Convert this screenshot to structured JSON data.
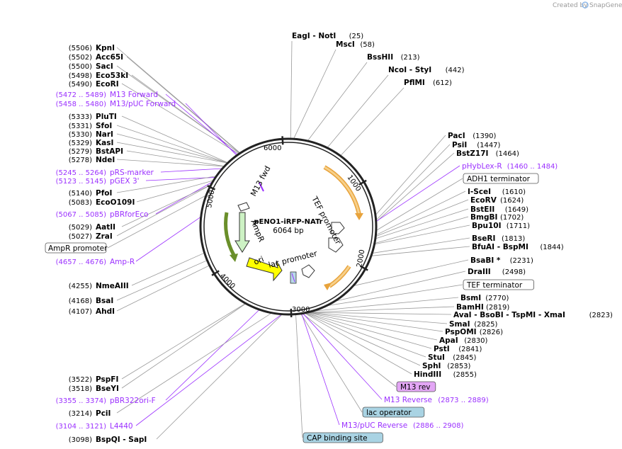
{
  "credit": {
    "text": "Created by",
    "brand": "SnapGene"
  },
  "plasmid": {
    "name": "pENO1-iRFP-NATr",
    "size_label": "6064 bp"
  },
  "ticks": [
    "1000",
    "2000",
    "3000",
    "4000",
    "5000",
    "6000"
  ],
  "features": {
    "m13_fwd": "M13 fwd",
    "tef_promoter": "TEF promoter",
    "ampr": "AmpR",
    "ori": "ori",
    "lac_promoter": "lac promoter"
  },
  "left_labels": [
    {
      "type": "site",
      "pos": "(5506)",
      "name": "KpnI"
    },
    {
      "type": "site",
      "pos": "(5502)",
      "name": "Acc65I"
    },
    {
      "type": "site",
      "pos": "(5500)",
      "name": "SacI"
    },
    {
      "type": "site",
      "pos": "(5498)",
      "name": "Eco53kI"
    },
    {
      "type": "site",
      "pos": "(5490)",
      "name": "EcoRI"
    },
    {
      "type": "primer",
      "pos": "(5472 .. 5489)",
      "name": "M13 Forward"
    },
    {
      "type": "primer",
      "pos": "(5458 .. 5480)",
      "name": "M13/pUC Forward"
    },
    {
      "type": "site",
      "pos": "(5333)",
      "name": "PluTI"
    },
    {
      "type": "site",
      "pos": "(5331)",
      "name": "SfoI"
    },
    {
      "type": "site",
      "pos": "(5330)",
      "name": "NarI"
    },
    {
      "type": "site",
      "pos": "(5329)",
      "name": "KasI"
    },
    {
      "type": "site",
      "pos": "(5279)",
      "name": "BstAPI"
    },
    {
      "type": "site",
      "pos": "(5278)",
      "name": "NdeI"
    },
    {
      "type": "primer",
      "pos": "(5245 .. 5264)",
      "name": "pRS-marker"
    },
    {
      "type": "primer",
      "pos": "(5123 .. 5145)",
      "name": "pGEX 3'"
    },
    {
      "type": "site",
      "pos": "(5140)",
      "name": "PfoI"
    },
    {
      "type": "site",
      "pos": "(5083)",
      "name": "EcoO109I"
    },
    {
      "type": "primer",
      "pos": "(5067 .. 5085)",
      "name": "pBRforEco"
    },
    {
      "type": "site",
      "pos": "(5029)",
      "name": "AatII"
    },
    {
      "type": "site",
      "pos": "(5027)",
      "name": "ZraI"
    },
    {
      "type": "feature",
      "name": "AmpR promoter"
    },
    {
      "type": "primer",
      "pos": "(4657 .. 4676)",
      "name": "Amp-R"
    },
    {
      "type": "site",
      "pos": "(4255)",
      "name": "NmeAIII"
    },
    {
      "type": "site",
      "pos": "(4168)",
      "name": "BsaI"
    },
    {
      "type": "site",
      "pos": "(4107)",
      "name": "AhdI"
    },
    {
      "type": "site",
      "pos": "(3522)",
      "name": "PspFI"
    },
    {
      "type": "site",
      "pos": "(3518)",
      "name": "BseYI"
    },
    {
      "type": "primer",
      "pos": "(3355 .. 3374)",
      "name": "pBR322ori-F"
    },
    {
      "type": "site",
      "pos": "(3214)",
      "name": "PciI"
    },
    {
      "type": "primer",
      "pos": "(3104 .. 3121)",
      "name": "L4440"
    },
    {
      "type": "site",
      "pos": "(3098)",
      "name": "BspQI - SapI"
    }
  ],
  "top_labels": [
    {
      "type": "site",
      "name": "EagI - NotI",
      "pos": "(25)"
    },
    {
      "type": "site",
      "name": "MscI",
      "pos": "(58)"
    },
    {
      "type": "site",
      "name": "BssHII",
      "pos": "(213)"
    },
    {
      "type": "site",
      "name": "NcoI - StyI",
      "pos": "(442)"
    },
    {
      "type": "site",
      "name": "PflMI",
      "pos": "(612)"
    }
  ],
  "right_labels": [
    {
      "type": "site",
      "name": "PacI",
      "pos": "(1390)"
    },
    {
      "type": "site",
      "name": "PsiI",
      "pos": "(1447)"
    },
    {
      "type": "site",
      "name": "BstZ17I",
      "pos": "(1464)"
    },
    {
      "type": "primer",
      "name": "pHybLex-R",
      "pos": "(1460 .. 1484)"
    },
    {
      "type": "feature",
      "name": "ADH1 terminator"
    },
    {
      "type": "site",
      "name": "I-SceI",
      "pos": "(1610)"
    },
    {
      "type": "site",
      "name": "EcoRV",
      "pos": "(1624)"
    },
    {
      "type": "site",
      "name": "BstEII",
      "pos": "(1649)"
    },
    {
      "type": "site",
      "name": "BmgBI",
      "pos": "(1702)"
    },
    {
      "type": "site",
      "name": "Bpu10I",
      "pos": "(1711)"
    },
    {
      "type": "site",
      "name": "BseRI",
      "pos": "(1813)"
    },
    {
      "type": "site",
      "name": "BfuAI - BspMI",
      "pos": "(1844)"
    },
    {
      "type": "site",
      "name": "BsaBI *",
      "pos": "(2231)"
    },
    {
      "type": "site",
      "name": "DraIII",
      "pos": "(2498)"
    },
    {
      "type": "feature",
      "name": "TEF terminator"
    },
    {
      "type": "site",
      "name": "BsmI",
      "pos": "(2770)"
    },
    {
      "type": "site",
      "name": "BamHI",
      "pos": "(2819)"
    },
    {
      "type": "site",
      "name": "AvaI - BsoBI - TspMI - XmaI",
      "pos": "(2823)"
    },
    {
      "type": "site",
      "name": "SmaI",
      "pos": "(2825)"
    },
    {
      "type": "site",
      "name": "PspOMI",
      "pos": "(2826)"
    },
    {
      "type": "site",
      "name": "ApaI",
      "pos": "(2830)"
    },
    {
      "type": "site",
      "name": "PstI",
      "pos": "(2841)"
    },
    {
      "type": "site",
      "name": "StuI",
      "pos": "(2845)"
    },
    {
      "type": "site",
      "name": "SphI",
      "pos": "(2853)"
    },
    {
      "type": "site",
      "name": "HindIII",
      "pos": "(2855)"
    },
    {
      "type": "feature_purple",
      "name": "M13 rev"
    },
    {
      "type": "primer",
      "name": "M13 Reverse",
      "pos": "(2873 .. 2889)"
    },
    {
      "type": "feature_blue",
      "name": "lac operator"
    },
    {
      "type": "primer",
      "name": "M13/pUC Reverse",
      "pos": "(2886 .. 2908)"
    },
    {
      "type": "feature_blue",
      "name": "CAP binding site"
    }
  ]
}
